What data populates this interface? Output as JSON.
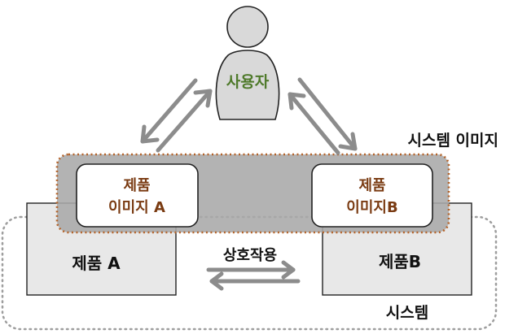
{
  "user": {
    "label": "사용자",
    "label_color": "#4f7a2b"
  },
  "system_image": {
    "label": "시스템 이미지"
  },
  "system": {
    "label": "시스템"
  },
  "product_image_a": {
    "line1": "제품",
    "line2": "이미지 A"
  },
  "product_image_b": {
    "line1": "제품",
    "line2": "이미지B"
  },
  "product_a": {
    "label": "제품 A"
  },
  "product_b": {
    "label": "제품B"
  },
  "interaction": {
    "label": "상호작용"
  },
  "colors": {
    "image_text": "#7a3b12",
    "image_border": "#b4632a",
    "band_fill": "#a9a9a9",
    "product_fill": "#e8e8e8",
    "arrow": "#8c8c8c",
    "system_border": "#9e9e9e"
  }
}
